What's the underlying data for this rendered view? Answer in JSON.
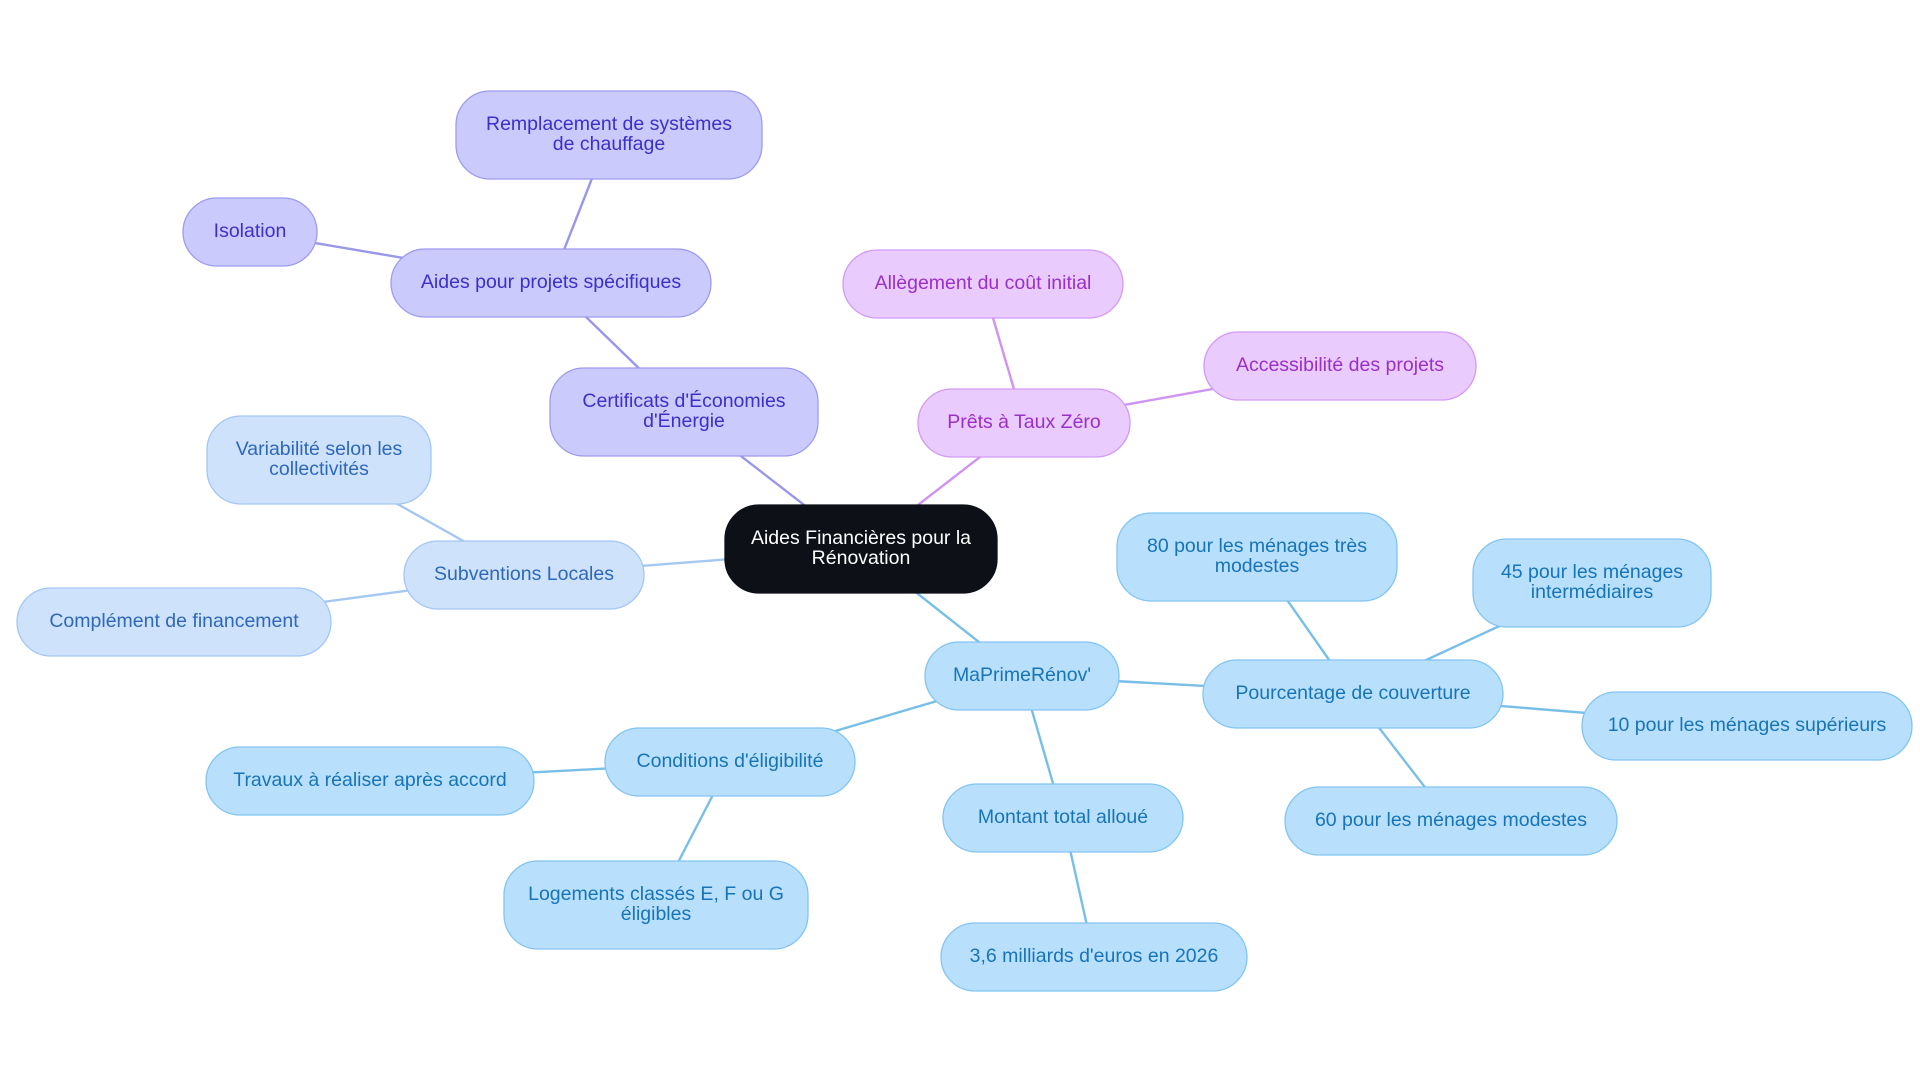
{
  "mindmap": {
    "center": {
      "lines": [
        "Aides Financières pour la",
        "Rénovation"
      ]
    },
    "branches": {
      "cee": {
        "lines": [
          "Certificats d'Économies",
          "d'Énergie"
        ],
        "children": {
          "projets": {
            "lines": [
              "Aides pour projets spécifiques"
            ],
            "children": {
              "chauffage": {
                "lines": [
                  "Remplacement de systèmes",
                  "de chauffage"
                ]
              },
              "isolation": {
                "lines": [
                  "Isolation"
                ]
              }
            }
          }
        }
      },
      "ptz": {
        "lines": [
          "Prêts à Taux Zéro"
        ],
        "children": {
          "cout": {
            "lines": [
              "Allègement du coût initial"
            ]
          },
          "access": {
            "lines": [
              "Accessibilité des projets"
            ]
          }
        }
      },
      "subv": {
        "lines": [
          "Subventions Locales"
        ],
        "children": {
          "variab": {
            "lines": [
              "Variabilité selon les",
              "collectivités"
            ]
          },
          "complement": {
            "lines": [
              "Complément de financement"
            ]
          }
        }
      },
      "mpr": {
        "lines": [
          "MaPrimeRénov'"
        ],
        "children": {
          "cond": {
            "lines": [
              "Conditions d'éligibilité"
            ],
            "children": {
              "travaux": {
                "lines": [
                  "Travaux à réaliser après accord"
                ]
              },
              "logements": {
                "lines": [
                  "Logements classés E, F ou G",
                  "éligibles"
                ]
              }
            }
          },
          "montant": {
            "lines": [
              "Montant total alloué"
            ],
            "children": {
              "milliards": {
                "lines": [
                  "3,6 milliards d'euros en 2026"
                ]
              }
            }
          },
          "pct": {
            "lines": [
              "Pourcentage de couverture"
            ],
            "children": {
              "p80": {
                "lines": [
                  "80 pour les ménages très",
                  "modestes"
                ]
              },
              "p45": {
                "lines": [
                  "45 pour les ménages",
                  "intermédiaires"
                ]
              },
              "p10": {
                "lines": [
                  "10 pour les ménages supérieurs"
                ]
              },
              "p60": {
                "lines": [
                  "60 pour les ménages modestes"
                ]
              }
            }
          }
        }
      }
    }
  },
  "colors": {
    "center": {
      "fill": "#0d1117",
      "stroke": "#0d1117",
      "text": "#ffffff"
    },
    "indigo": {
      "fill": "#cbcafd",
      "stroke": "#9e9bef",
      "text": "#3b30c9",
      "edge": "#9a97eb"
    },
    "purple": {
      "fill": "#e9cbfd",
      "stroke": "#d399f5",
      "text": "#9b2fc9",
      "edge": "#cf93f0"
    },
    "lightblue": {
      "fill": "#cfe2fc",
      "stroke": "#a3c6f4",
      "text": "#2d68bb",
      "edge": "#a5c8f2"
    },
    "sky": {
      "fill": "#b8e0fd",
      "stroke": "#82c4f2",
      "text": "#1774b8",
      "edge": "#78bfe8"
    }
  }
}
